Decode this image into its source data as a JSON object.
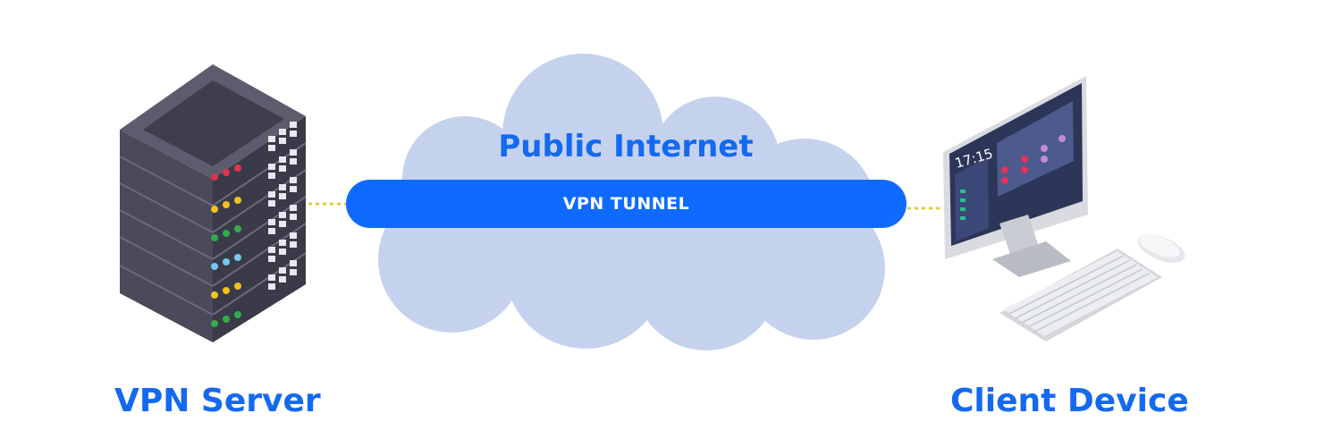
{
  "diagram": {
    "cloud": {
      "title": "Public Internet"
    },
    "tunnel": {
      "label": "VPN TUNNEL"
    },
    "server": {
      "label": "VPN Server",
      "icon": "server-rack-icon"
    },
    "client": {
      "label": "Client Device",
      "icon": "desktop-computer-icon",
      "screen_time": "17:15"
    }
  },
  "colors": {
    "accent": "#1469f0",
    "tunnel": "#0f6bff",
    "cloud": "#c5d2ee",
    "connector": "#e8c93a",
    "server_body": "#4a4a5a",
    "tunnel_text": "#ffffff"
  }
}
